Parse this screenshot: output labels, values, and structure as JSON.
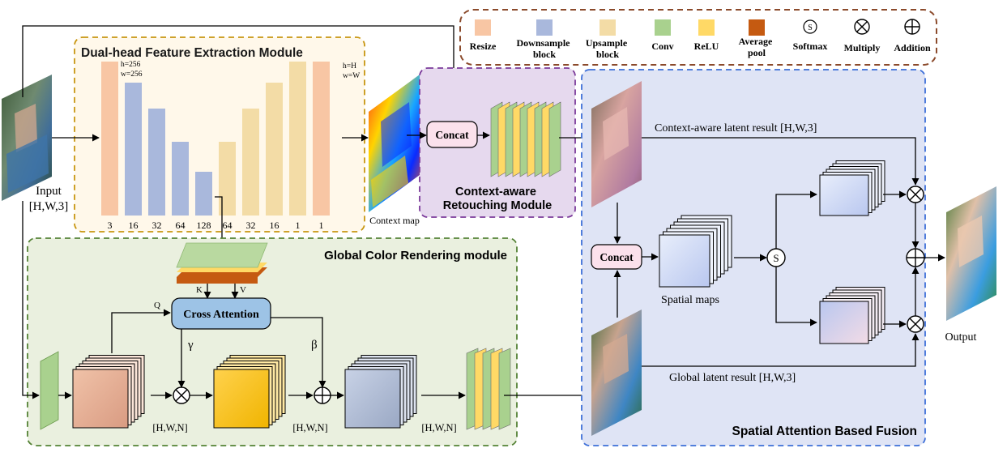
{
  "legend": {
    "items": [
      {
        "label": "Resize",
        "color": "#f8c6a4"
      },
      {
        "label": "Downsample block",
        "color": "#a9b8dc"
      },
      {
        "label": "Upsample block",
        "color": "#f3dca6"
      },
      {
        "label": "Conv",
        "color": "#a9d18e"
      },
      {
        "label": "ReLU",
        "color": "#ffd966"
      },
      {
        "label": "Average pool",
        "color": "#c55a11"
      },
      {
        "label": "Softmax",
        "icon": "softmax-icon"
      },
      {
        "label": "Multiply",
        "icon": "multiply-icon"
      },
      {
        "label": "Addition",
        "icon": "addition-icon"
      }
    ]
  },
  "feature_module": {
    "title": "Dual-head Feature Extraction Module",
    "size_label_low": "h=256\nw=256",
    "size_label_high": "h=H\nw=W",
    "bars": [
      {
        "label": "3",
        "type": "resize"
      },
      {
        "label": "16",
        "type": "downsample"
      },
      {
        "label": "32",
        "type": "downsample"
      },
      {
        "label": "64",
        "type": "downsample"
      },
      {
        "label": "128",
        "type": "downsample"
      },
      {
        "label": "64",
        "type": "upsample"
      },
      {
        "label": "32",
        "type": "upsample"
      },
      {
        "label": "16",
        "type": "upsample"
      },
      {
        "label": "1",
        "type": "upsample"
      },
      {
        "label": "1",
        "type": "resize"
      }
    ]
  },
  "input": {
    "label": "Input",
    "shape": "[H,W,3]"
  },
  "context_map_label": "Context map",
  "retouch_module": {
    "title": "Context-aware Retouching Module",
    "concat_label": "Concat"
  },
  "global_module": {
    "title": "Global Color Rendering module",
    "cross_attention_label": "Cross Attention",
    "k_label": "K",
    "v_label": "V",
    "q_label": "Q",
    "gamma_label": "γ",
    "beta_label": "β",
    "shape_labels": [
      "[H,W,N]",
      "[H,W,N]",
      "[H,W,N]"
    ]
  },
  "fusion_module": {
    "title": "Spatial Attention Based Fusion",
    "concat_label": "Concat",
    "spatial_maps_label": "Spatial maps",
    "context_latent_label": "Context-aware latent result  [H,W,3]",
    "global_latent_label": "Global latent result  [H,W,3]",
    "softmax_symbol": "S"
  },
  "output_label": "Output"
}
